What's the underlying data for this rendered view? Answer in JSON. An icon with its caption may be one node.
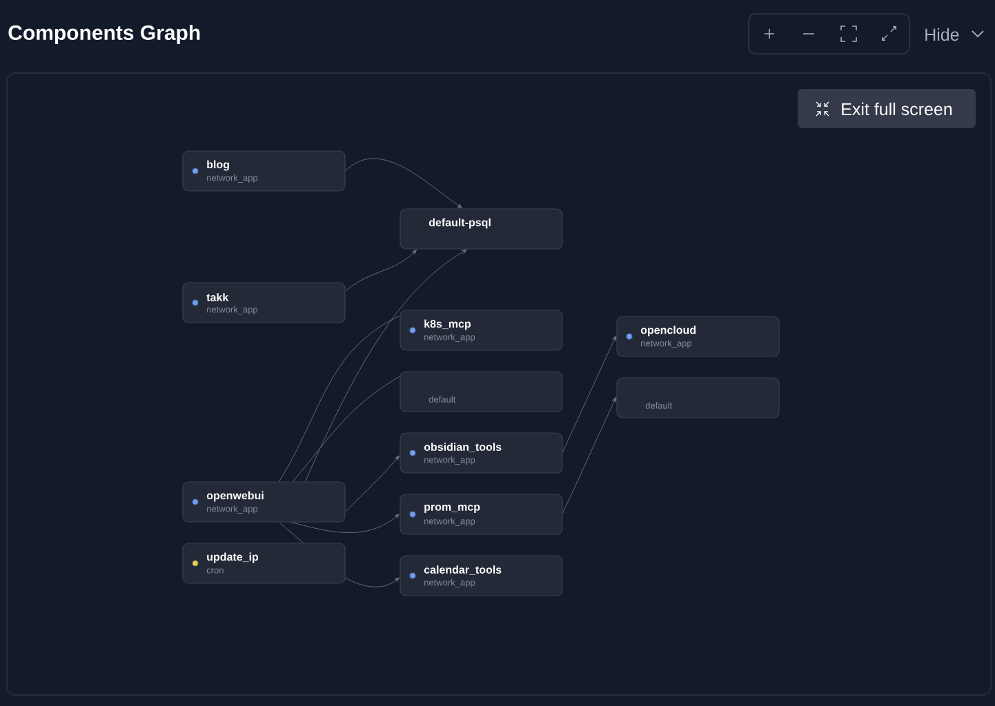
{
  "diagram": {
    "title": "Components Graph",
    "nodes": [
      {
        "text": [
          "blog",
          "network_app"
        ]
      },
      {
        "text": [
          "default-psql"
        ]
      },
      {
        "text": [
          "takk",
          "network_app"
        ]
      },
      {
        "text": [
          "k8s_mcp",
          "network_app"
        ]
      },
      {
        "text": [
          "default"
        ]
      },
      {
        "text": [
          "opencloud",
          "network_app"
        ]
      },
      {
        "text": [
          "default"
        ]
      },
      {
        "text": [
          "obsidian_tools",
          "network_app"
        ]
      },
      {
        "text": [
          "openwebui",
          "network_app"
        ]
      },
      {
        "text": [
          "prom_mcp",
          "network_app"
        ]
      },
      {
        "text": [
          "update_ip",
          "cron"
        ]
      },
      {
        "text": [
          "calendar_tools",
          "network_app"
        ]
      }
    ],
    "edges": [
      {
        "from": 0,
        "to": 1,
        "arrow": "to"
      },
      {
        "from": 2,
        "to": 1,
        "arrow": "to"
      },
      {
        "from": 8,
        "to": 1,
        "arrow": "to"
      },
      {
        "from": 8,
        "to": 3,
        "arrow": "none"
      },
      {
        "from": 8,
        "to": 4,
        "arrow": "none"
      },
      {
        "from": 8,
        "to": 7,
        "arrow": "to"
      },
      {
        "from": 8,
        "to": 9,
        "arrow": "to"
      },
      {
        "from": 8,
        "to": 10,
        "arrow": "none"
      },
      {
        "from": 10,
        "to": 11,
        "arrow": "to"
      },
      {
        "from": 7,
        "to": 5,
        "arrow": "to"
      },
      {
        "from": 9,
        "to": 6,
        "arrow": "to"
      }
    ],
    "labels": [
      "Hide",
      "Exit full screen"
    ]
  }
}
